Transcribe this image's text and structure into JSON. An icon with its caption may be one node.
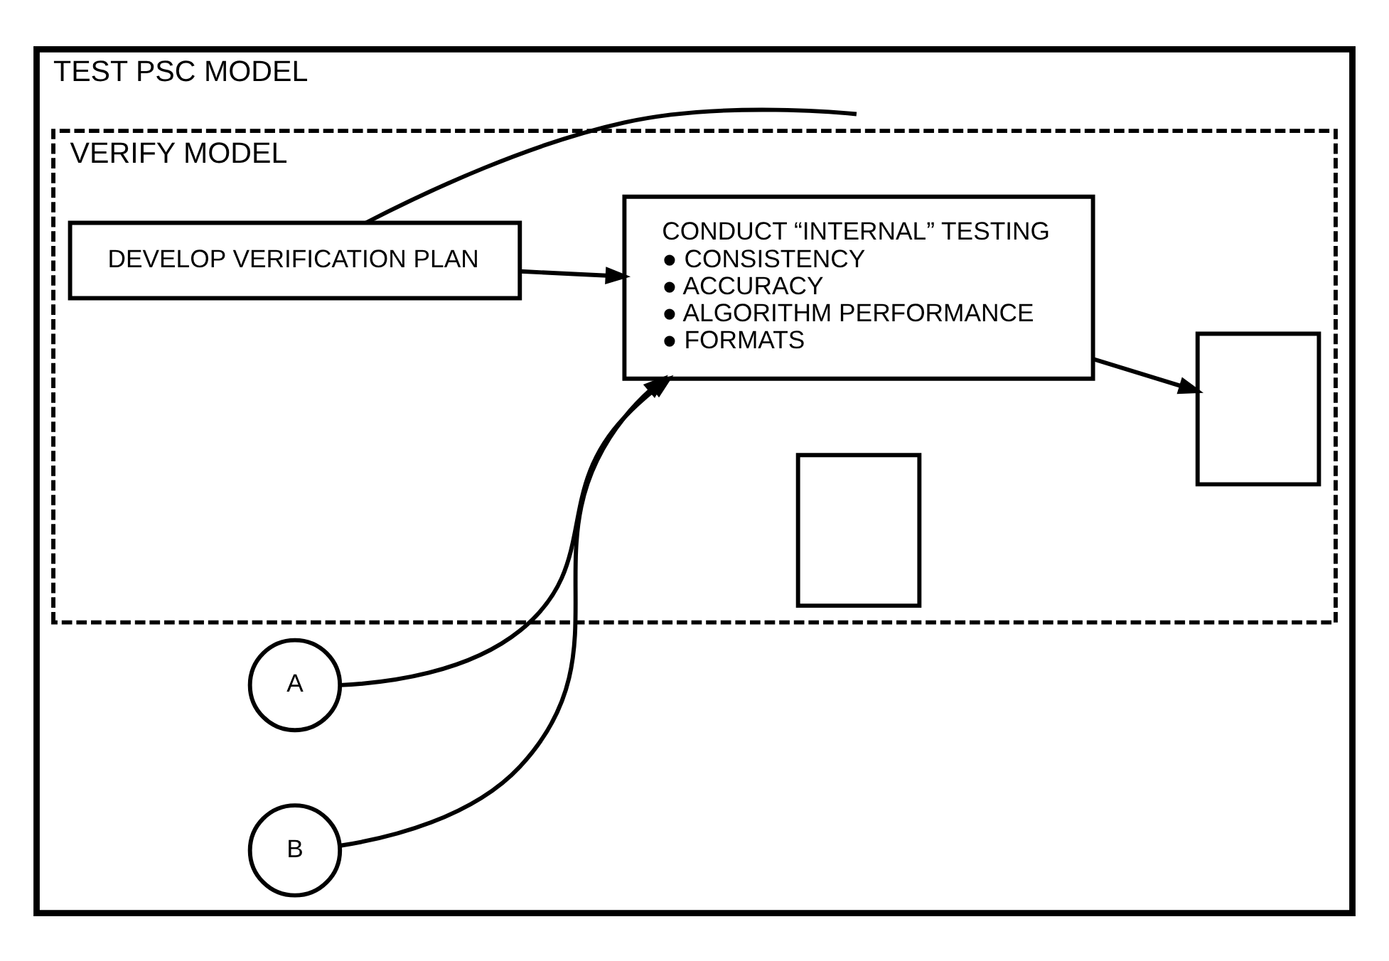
{
  "diagram": {
    "nodes": [
      {
        "text": [
          "TEST PSC MODEL"
        ]
      },
      {
        "text": [
          "A"
        ],
        "in": 0
      },
      {
        "text": [
          "B"
        ],
        "in": 0
      },
      {
        "text": [
          "VERIFY MODEL"
        ],
        "in": 0
      },
      {
        "text": [
          "DEVELOP VERIFICATION PLAN"
        ],
        "in": 3
      },
      {
        "text": [
          "CONDUCT “INTERNAL” TESTING",
          "● CONSISTENCY",
          "● ACCURACY",
          "● ALGORITHM PERFORMANCE",
          "● FORMATS"
        ],
        "in": 3
      },
      {
        "text": [],
        "shape": "box",
        "in": 3
      },
      {
        "text": [],
        "shape": "box",
        "in": 3
      }
    ],
    "edges": [
      {
        "from": 1,
        "to": 5,
        "arrow": "to"
      },
      {
        "from": 2,
        "to": 5,
        "arrow": "to"
      },
      {
        "from": 4,
        "to": 5,
        "arrow": "to"
      },
      {
        "from": 5,
        "to": 7,
        "arrow": "to"
      },
      {
        "from": 4,
        "to": null,
        "arrow": "none"
      }
    ]
  }
}
